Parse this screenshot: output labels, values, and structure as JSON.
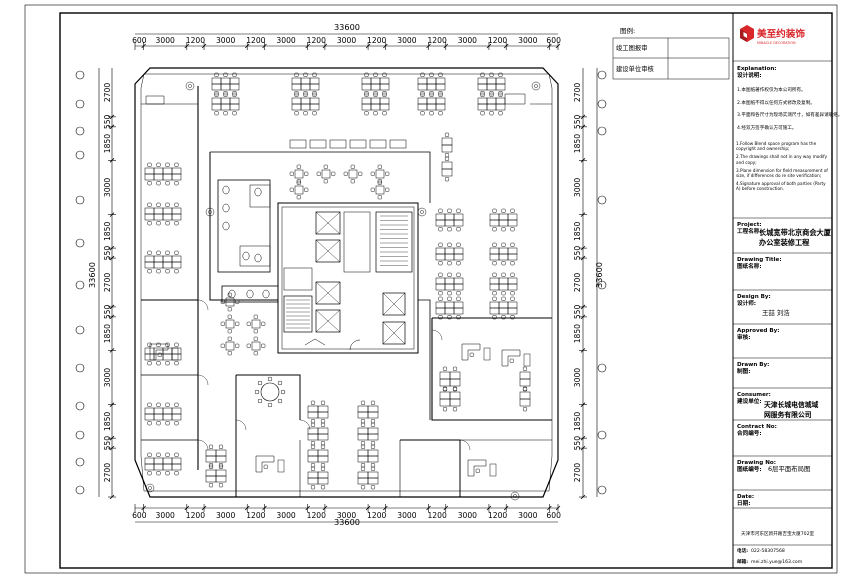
{
  "drawing": {
    "overall_dim": "33600",
    "top_dims": [
      "600",
      "3000",
      "1200",
      "3000",
      "1200",
      "3000",
      "1200",
      "3000",
      "1200",
      "3000",
      "1200",
      "3000",
      "1200",
      "3000",
      "600"
    ],
    "bottom_dims": [
      "600",
      "3000",
      "1200",
      "3000",
      "1200",
      "3000",
      "1200",
      "3000",
      "1200",
      "3000",
      "1200",
      "3000",
      "1200",
      "3000",
      "600"
    ],
    "side_dims": [
      "2700",
      "550",
      "1850",
      "3000",
      "1850",
      "550",
      "2700",
      "550",
      "1850",
      "3000",
      "1850",
      "550",
      "2700"
    ],
    "left_label": "33600",
    "right_label": "33600"
  },
  "legend": {
    "title": "图例:",
    "row1": "竣工图报审",
    "row2": "建设单位审核"
  },
  "titleblock": {
    "brand": "美至约装饰",
    "brand_sub": "MINACLE DECORATION",
    "explanation_title": "Explanation:",
    "explanation_cn": "设计说明:",
    "notes_cn": [
      "1.本图纸著作权仅为本公司所有。",
      "2.本图纸不得以任何方式修改及复制。",
      "3.平面和各尺寸为现场实测尺寸，如有差异请联络。",
      "4.经双方签字确认方可施工。"
    ],
    "notes_en": [
      "1.Follow Blend space program has the copyright and ownership;",
      "2.The drawings shall not in any way modify and copy;",
      "3.Plane dimension for field measurement of size, if differences do re site verification;",
      "4.Signature approval of both parties (Party A) before construction."
    ],
    "project_label_en": "Project:",
    "project_label_cn": "工程名称:",
    "project_name_1": "长城宽带北京商会大厦",
    "project_name_2": "办公室装修工程",
    "drawing_title_en": "Drawing Title:",
    "drawing_title_cn": "图纸名称:",
    "design_by_en": "Design By:",
    "design_by_cn": "设计师:",
    "designers": "王喆   刘浩",
    "approved_en": "Approved By:",
    "approved_cn": "审核:",
    "drawn_en": "Drawn By:",
    "drawn_cn": "制图:",
    "consumer_en": "Consumer:",
    "consumer_cn": "建设单位:",
    "consumer_1": "天津长城电信城域",
    "consumer_2": "网服务有限公司",
    "contract_en": "Contract No:",
    "contract_cn": "合同编号:",
    "drawno_en": "Drawing No:",
    "drawno_cn": "图纸编号:",
    "drawno_value": "6层平面布局图",
    "date_en": "Date:",
    "date_cn": "日期:",
    "address": "天津市河东区新开路吉宝大厦702室",
    "tel_label": "电话:",
    "tel": "022-58307568",
    "mail_label": "邮箱:",
    "mail": "mei.zhi.yue@163.com"
  },
  "colors": {
    "line": "#000000",
    "brand": "#d9262a",
    "paper": "#ffffff"
  }
}
